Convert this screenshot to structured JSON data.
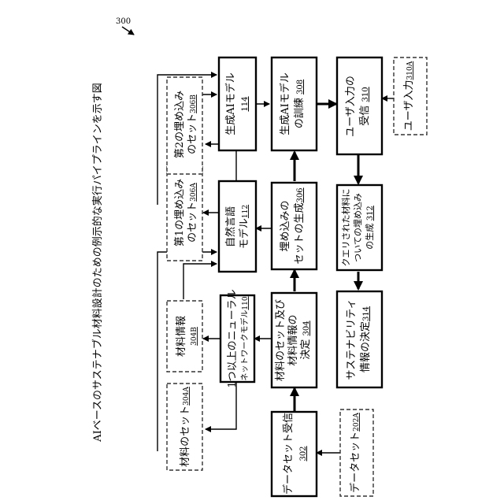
{
  "figure": {
    "number": "300",
    "title": "AIベースのサステナブル材料設計のための例示的な実行パイプラインを示す図"
  },
  "nodes": {
    "materials_set": {
      "label": "材料のセット",
      "id": "304A"
    },
    "material_info": {
      "label": "材料情報",
      "id": "304B"
    },
    "first_set": {
      "line1": "第1の埋め込み",
      "line2": "のセット",
      "id": "306A"
    },
    "second_set": {
      "line1": "第2の埋め込み",
      "line2": "のセット",
      "id": "306B"
    },
    "user_input": {
      "label": "ユーザ入力",
      "id": "310A"
    },
    "data_set": {
      "label": "データセット",
      "id": "202A"
    },
    "neural_network": {
      "line1": "1つ以上のニューラル",
      "line2": "ネットワークモデル",
      "id": "110"
    },
    "language_model": {
      "line1": "自然言語",
      "line2": "モデル",
      "id": "112"
    },
    "generative_model": {
      "label": "生成AIモデル",
      "id": "114"
    }
  },
  "steps": {
    "receive": {
      "label": "データセット受信",
      "id": "302"
    },
    "determine": {
      "line1": "材料のセット及び",
      "line2": "材料情報の",
      "line3": "決定",
      "id": "304"
    },
    "embeddings": {
      "line1": "埋め込みの",
      "line2": "セットの生成",
      "id": "306"
    },
    "train": {
      "line1": "生成AIモデル",
      "line2": "の訓練",
      "id": "308"
    },
    "user_input": {
      "line1": "ユーザ入力の",
      "line2": "受信",
      "id": "310"
    },
    "query": {
      "line1": "クエリされた材料に",
      "line2": "ついての埋め込み",
      "line3": "の生成",
      "id": "312"
    },
    "sustainability": {
      "line1": "サステナビリティ",
      "line2": "情報の決定",
      "id": "314"
    }
  }
}
